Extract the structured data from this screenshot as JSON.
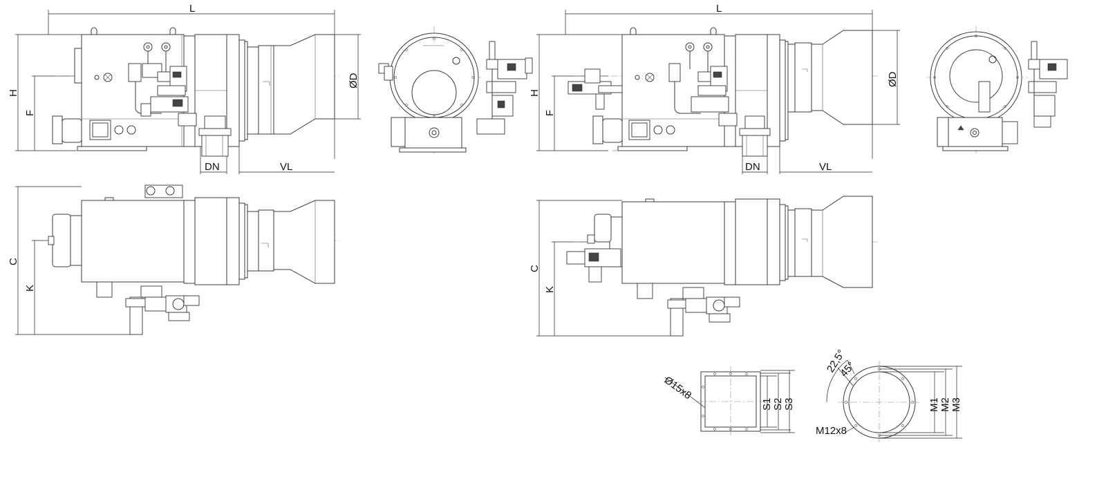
{
  "labels": {
    "L": "L",
    "H": "H",
    "F": "F",
    "D": "ØD",
    "DN": "DN",
    "VL": "VL",
    "C": "C",
    "K": "K",
    "hole": "Ø15x8",
    "S1": "S1",
    "S2": "S2",
    "S3": "S3",
    "angle_a": "22,5°",
    "angle_b": "45°",
    "M1": "M1",
    "M2": "M2",
    "M3": "M3",
    "thread": "M12x8"
  },
  "colors": {
    "line": "#3a3a3a",
    "dimension": "#222222",
    "centerline": "#888888"
  }
}
